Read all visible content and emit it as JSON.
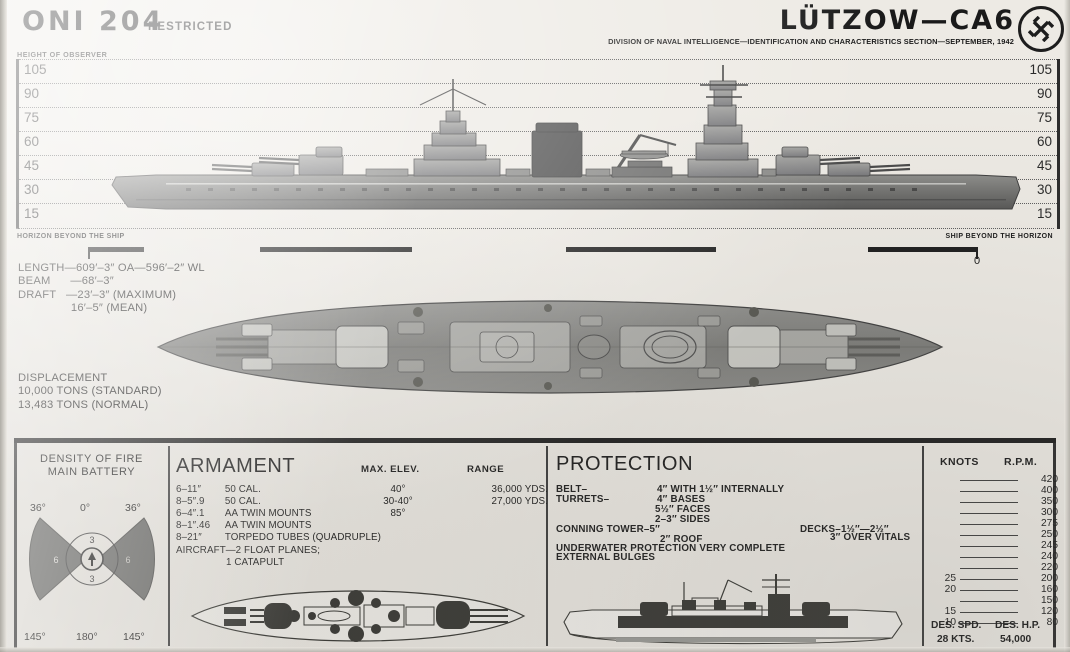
{
  "header": {
    "doc_code": "ONI 204",
    "classification": "RESTRICTED",
    "ship_title": "LÜTZOW—CA6",
    "issuing_line": "DIVISION OF NAVAL INTELLIGENCE—IDENTIFICATION AND CHARACTERISTICS SECTION—SEPTEMBER, 1942",
    "insignia_name": "swastika-roundel-icon"
  },
  "profile_view": {
    "axis_caption": "HEIGHT OF OBSERVER",
    "scale_labels": [
      "105",
      "90",
      "75",
      "60",
      "45",
      "30",
      "15"
    ],
    "horizon_left": "HORIZON BEYOND THE SHIP",
    "horizon_right": "SHIP BEYOND THE HORIZON",
    "range_zero": "0"
  },
  "dimensions": {
    "lines": [
      "LENGTH—609′–3″ OA—596′–2″ WL",
      "BEAM      —68′–3″",
      "DRAFT   —23′–3″ (MAXIMUM)",
      "                16′–5″ (MEAN)"
    ]
  },
  "displacement": {
    "lines": [
      "DISPLACEMENT",
      "10,000 TONS (STANDARD)",
      "13,483 TONS (NORMAL)"
    ]
  },
  "density_of_fire": {
    "title_line1": "DENSITY OF FIRE",
    "title_line2": "MAIN BATTERY",
    "angles_top": [
      "36°",
      "0°",
      "36°"
    ],
    "angles_bottom": [
      "145°",
      "180°",
      "145°"
    ],
    "lobe_value_port": "6",
    "lobe_value_starboard": "6",
    "fore_value": "3",
    "aft_value": "3"
  },
  "armament": {
    "title": "ARMAMENT",
    "col_elev": "MAX. ELEV.",
    "col_range": "RANGE",
    "rows": [
      {
        "qty": "6–11″",
        "desc": "50 CAL.",
        "elev": "40°",
        "range": "36,000 YDS."
      },
      {
        "qty": "8–5″.9",
        "desc": "50 CAL.",
        "elev": "30-40°",
        "range": "27,000 YDS."
      },
      {
        "qty": "6–4″.1",
        "desc": "AA TWIN MOUNTS",
        "elev": "85°",
        "range": ""
      },
      {
        "qty": "8–1″.46",
        "desc": "AA TWIN MOUNTS",
        "elev": "",
        "range": ""
      },
      {
        "qty": "8–21″",
        "desc": "TORPEDO TUBES (QUADRUPLE)",
        "elev": "",
        "range": ""
      }
    ],
    "aircraft_line1": "AIRCRAFT—2 FLOAT PLANES;",
    "aircraft_line2": "1 CATAPULT"
  },
  "protection": {
    "title": "PROTECTION",
    "belt_label": "BELT–",
    "belt_value": "4″ WITH 1½″ INTERNALLY",
    "turrets_label": "TURRETS–",
    "turret_values": [
      "4″     BASES",
      "5½″  FACES",
      "2–3″ SIDES"
    ],
    "conning_tower": "CONNING TOWER–5″",
    "conning_roof": "2″ ROOF",
    "decks": "DECKS–1½″—2½″",
    "decks_vitals": "3″ OVER VITALS",
    "underwater": "UNDERWATER PROTECTION VERY COMPLETE",
    "bulges": "EXTERNAL BULGES"
  },
  "speed": {
    "col_knots": "KNOTS",
    "col_rpm": "R.P.M.",
    "rows": [
      {
        "knots": "",
        "rpm": "420"
      },
      {
        "knots": "",
        "rpm": "400"
      },
      {
        "knots": "",
        "rpm": "350"
      },
      {
        "knots": "",
        "rpm": "300"
      },
      {
        "knots": "",
        "rpm": "275"
      },
      {
        "knots": "",
        "rpm": "250"
      },
      {
        "knots": "",
        "rpm": "245"
      },
      {
        "knots": "",
        "rpm": "240"
      },
      {
        "knots": "",
        "rpm": "220"
      },
      {
        "knots": "25",
        "rpm": "200"
      },
      {
        "knots": "20",
        "rpm": "160"
      },
      {
        "knots": "",
        "rpm": "150"
      },
      {
        "knots": "15",
        "rpm": "120"
      },
      {
        "knots": "10",
        "rpm": "80"
      }
    ],
    "des_spd_label": "DES. SPD.",
    "des_hp_label": "DES. H.P.",
    "des_spd_value": "28 KTS.",
    "des_hp_value": "54,000"
  }
}
